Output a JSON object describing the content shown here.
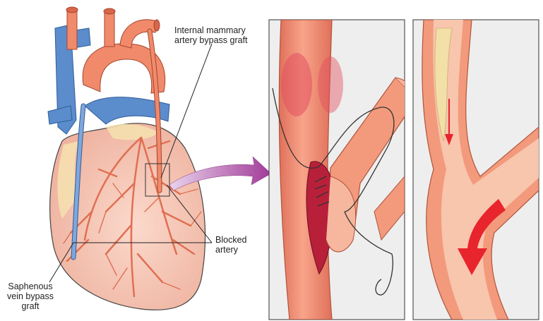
{
  "labels": {
    "internal_mammary": "Internal mammary\nartery bypass graft",
    "blocked_artery": "Blocked\nartery",
    "saphenous": "Saphenous\nvein bypass\ngraft"
  },
  "colors": {
    "artery": "#f08a6a",
    "artery_dark": "#d9654a",
    "vein": "#5b8ccc",
    "heart": "#f4c4b6",
    "heart_fat": "#f6e2b0",
    "plaque": "#f3e0a8",
    "lumen": "#b8203a",
    "arrow": "#e8242c",
    "pointer_arrow": "#b34aa8",
    "panel_bg": "#eeeeee",
    "outline": "#333333"
  }
}
